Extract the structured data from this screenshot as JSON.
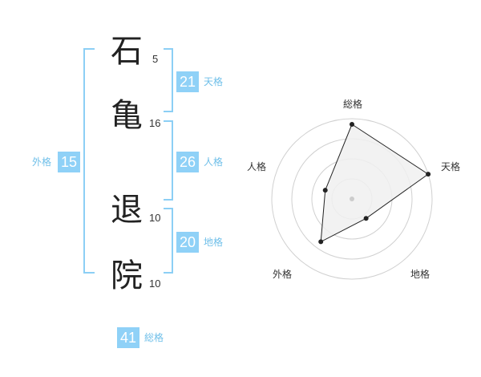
{
  "name": {
    "chars": [
      {
        "char": "石",
        "strokes": "5"
      },
      {
        "char": "亀",
        "strokes": "16"
      },
      {
        "char": "退",
        "strokes": "10"
      },
      {
        "char": "院",
        "strokes": "10"
      }
    ]
  },
  "scores": {
    "tenkaku": {
      "value": "21",
      "label": "天格"
    },
    "jinkaku": {
      "value": "26",
      "label": "人格"
    },
    "chikaku": {
      "value": "20",
      "label": "地格"
    },
    "gaikaku": {
      "value": "15",
      "label": "外格"
    },
    "soukaku": {
      "value": "41",
      "label": "総格"
    }
  },
  "colors": {
    "accent": "#8fd1f7",
    "accent_text": "#6fbfe9",
    "ring": "#d0d0d0",
    "fill": "#f0f0f0"
  },
  "chart_data": {
    "type": "radar",
    "axes": [
      "総格",
      "天格",
      "地格",
      "外格",
      "人格"
    ],
    "values": [
      0.93,
      1.0,
      0.3,
      0.66,
      0.35
    ],
    "rings": 4
  }
}
